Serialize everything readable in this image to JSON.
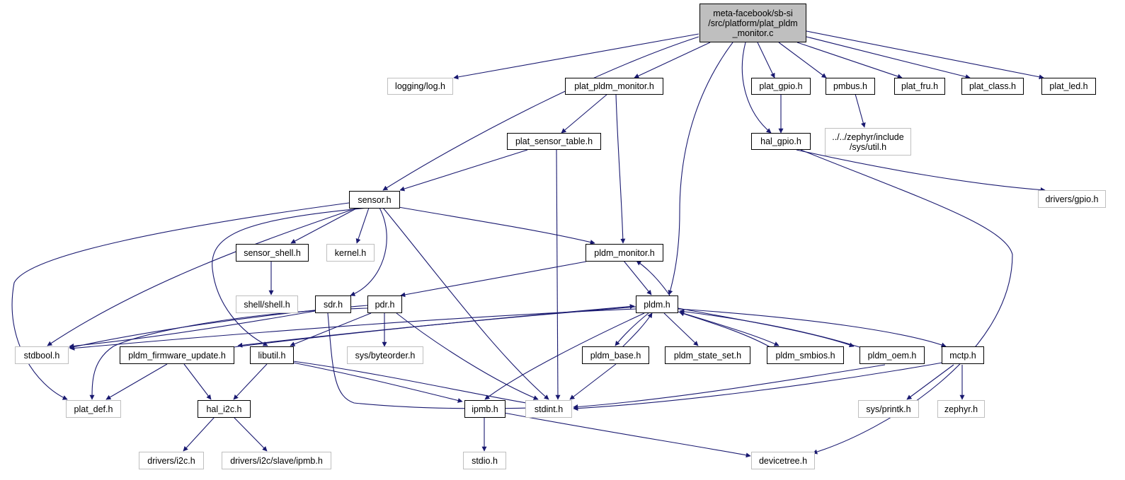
{
  "colors": {
    "edge": "#191970",
    "root_fill": "#bfbfbf",
    "ext_border": "#bfbfbf",
    "node_border": "#000000"
  },
  "nodes": {
    "root": "meta-facebook/sb-si\n/src/platform/plat_pldm\n_monitor.c",
    "logging_log": "logging/log.h",
    "plat_pldm_monitor": "plat_pldm_monitor.h",
    "plat_gpio": "plat_gpio.h",
    "pmbus": "pmbus.h",
    "plat_fru": "plat_fru.h",
    "plat_class": "plat_class.h",
    "plat_led": "plat_led.h",
    "plat_sensor_table": "plat_sensor_table.h",
    "hal_gpio": "hal_gpio.h",
    "zephyr_util": "../../zephyr/include\n/sys/util.h",
    "drivers_gpio": "drivers/gpio.h",
    "sensor": "sensor.h",
    "sensor_shell": "sensor_shell.h",
    "kernel": "kernel.h",
    "pldm_monitor": "pldm_monitor.h",
    "shell_shell": "shell/shell.h",
    "sdr": "sdr.h",
    "pdr": "pdr.h",
    "pldm": "pldm.h",
    "stdbool": "stdbool.h",
    "pldm_firmware_update": "pldm_firmware_update.h",
    "libutil": "libutil.h",
    "sys_byteorder": "sys/byteorder.h",
    "pldm_base": "pldm_base.h",
    "pldm_state_set": "pldm_state_set.h",
    "pldm_smbios": "pldm_smbios.h",
    "pldm_oem": "pldm_oem.h",
    "mctp": "mctp.h",
    "plat_def": "plat_def.h",
    "hal_i2c": "hal_i2c.h",
    "ipmb": "ipmb.h",
    "stdint": "stdint.h",
    "sys_printk": "sys/printk.h",
    "zephyr": "zephyr.h",
    "drivers_i2c": "drivers/i2c.h",
    "drivers_i2c_slave_ipmb": "drivers/i2c/slave/ipmb.h",
    "stdio": "stdio.h",
    "devicetree": "devicetree.h"
  }
}
